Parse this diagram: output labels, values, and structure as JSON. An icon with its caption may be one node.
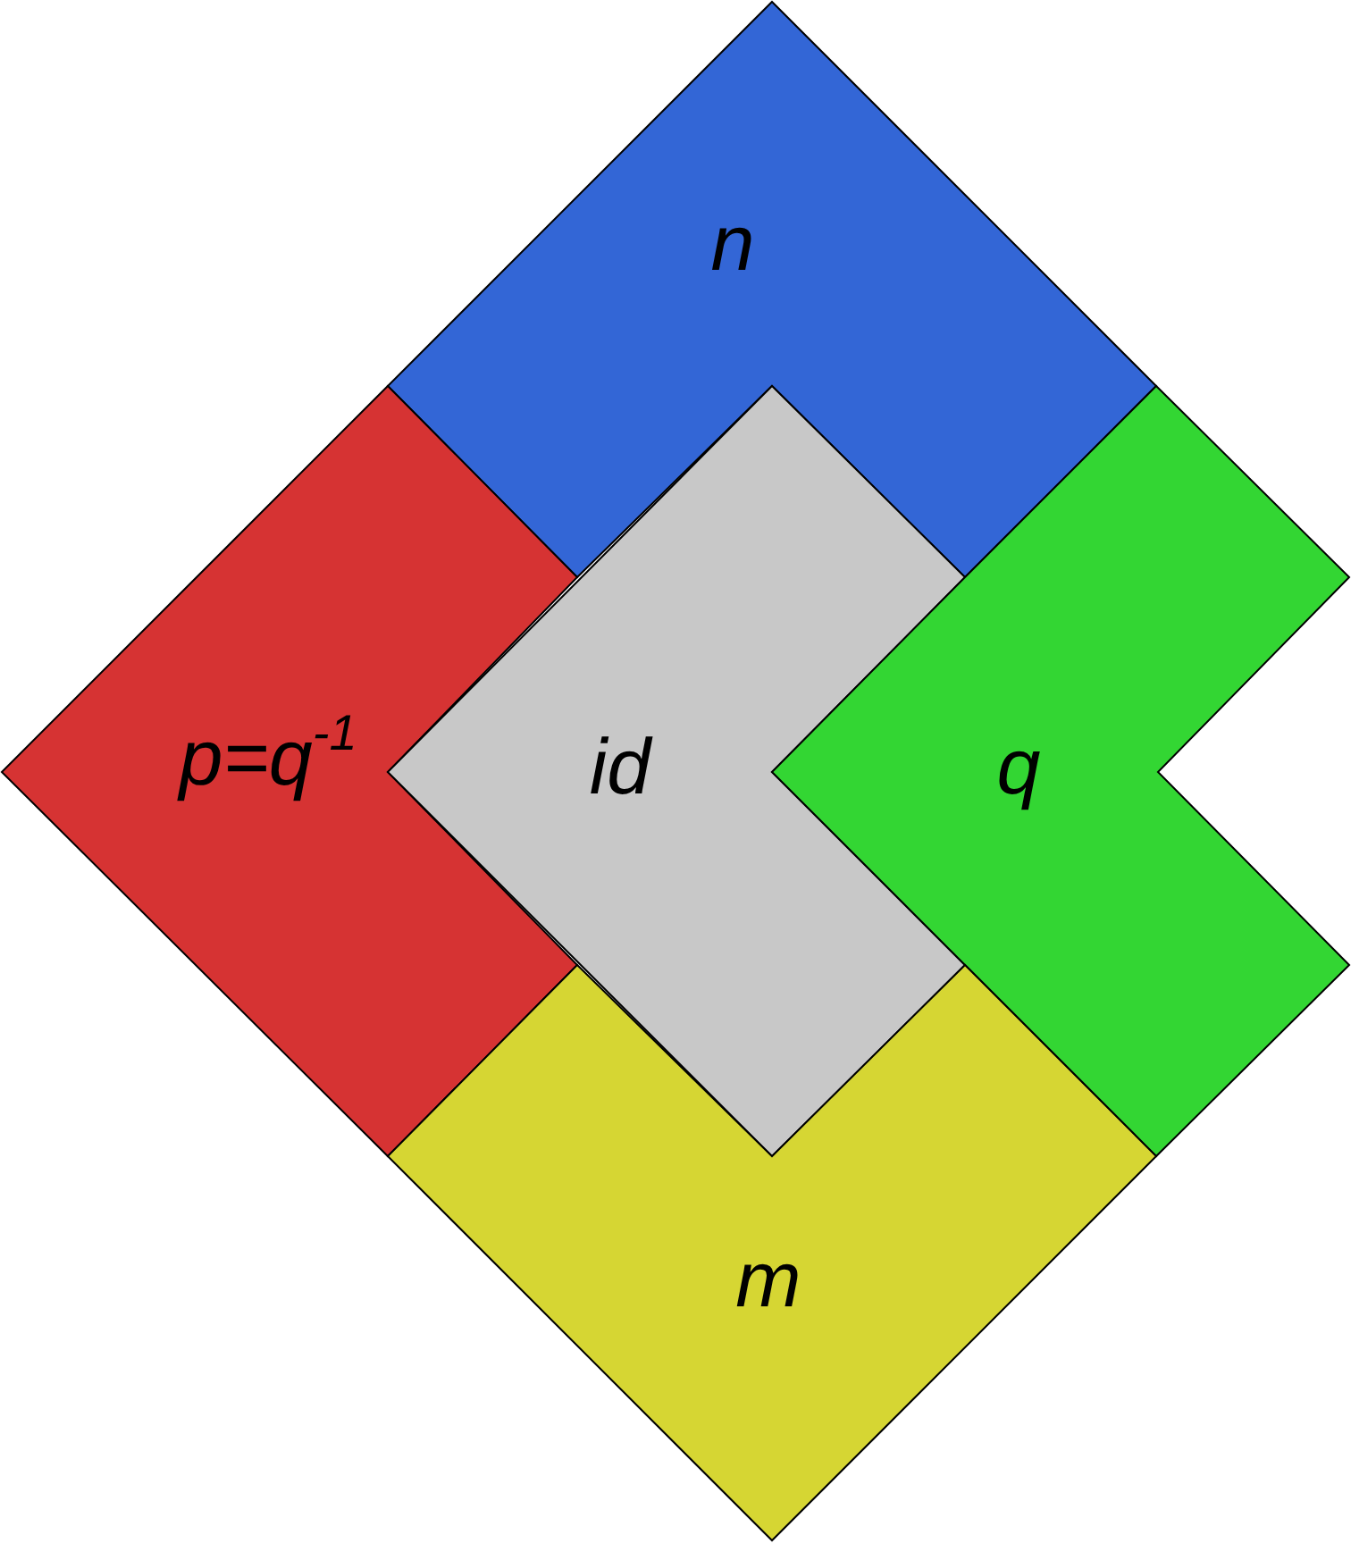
{
  "diagram": {
    "nodes": [
      {
        "text": [
          "n"
        ]
      },
      {
        "text": [
          "p=q$^{-1}$"
        ]
      },
      {
        "text": [
          "id"
        ]
      },
      {
        "text": [
          "q"
        ]
      },
      {
        "text": [
          "m"
        ]
      }
    ]
  }
}
